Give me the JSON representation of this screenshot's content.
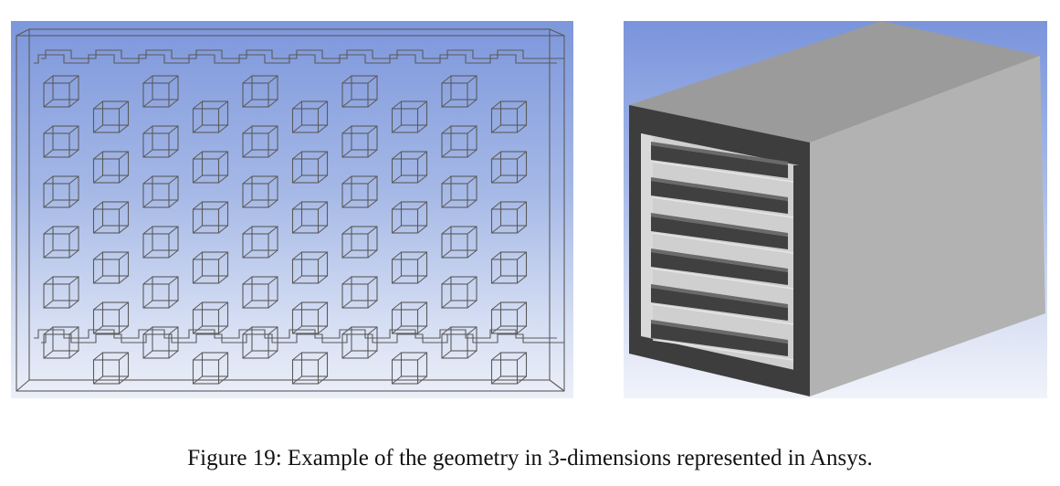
{
  "figure": {
    "caption": "Figure 19: Example of the geometry in 3-dimensions represented in Ansys.",
    "left_view": {
      "style": "wireframe",
      "cell_rows": 6,
      "cell_columns": 10,
      "line_color": "#5a5a5a"
    },
    "right_view": {
      "style": "shaded",
      "channel_count": 6,
      "face_color": "#a8a8a8",
      "frame_color": "#3c3c3c"
    },
    "background_colors": {
      "top": "#7d97dc",
      "bottom": "#eceff8"
    }
  }
}
